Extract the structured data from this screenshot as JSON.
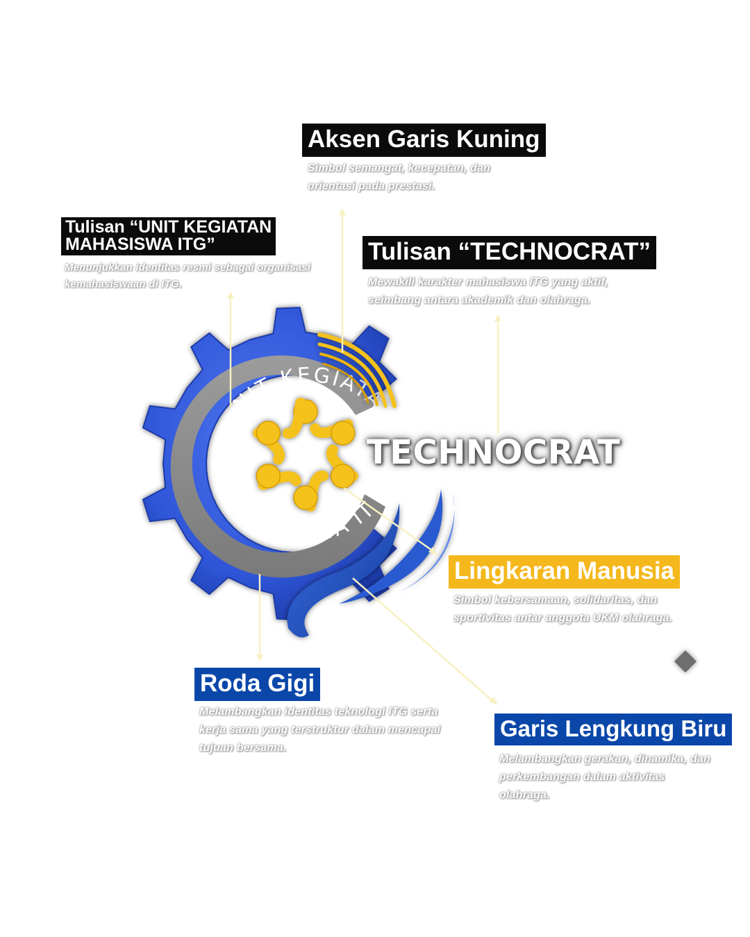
{
  "logo": {
    "arc_top_text": "UNIT KEGIATAN",
    "arc_bottom_text": "MAHASISWA ITG",
    "wordmark": "TECHNOCRAT",
    "colors": {
      "gear_blue": "#2f56d8",
      "gear_blue_dark": "#1c3aa8",
      "gold": "#f5c21b",
      "gold_dark": "#d79c06",
      "silver_ring": "#8a8a8a",
      "swoosh_blue": "#1f4fbf"
    }
  },
  "callouts": [
    {
      "id": "yellow-line-accent",
      "title": "Aksen Garis Kuning",
      "lines": [
        "Simbol semangat, kecepatan, dan",
        "orientasi pada prestasi."
      ],
      "label_color": "#0b0b0b"
    },
    {
      "id": "ukm-text",
      "title_lines": [
        "Tulisan “UNIT KEGIATAN",
        "MAHASISWA ITG”"
      ],
      "lines": [
        "Menunjukkan identitas resmi sebagai organisasi",
        "kemahasiswaan di ITG."
      ],
      "label_color": "#0b0b0b"
    },
    {
      "id": "technocrat-text",
      "title": "Tulisan “TECHNOCRAT”",
      "lines": [
        "Mewakili karakter mahasiswa ITG yang aktif,",
        "seimbang antara akademik dan olahraga."
      ],
      "label_color": "#0b0b0b"
    },
    {
      "id": "human-circle",
      "title": "Lingkaran Manusia",
      "lines": [
        "Simbol kebersamaan, solidaritas, dan",
        "sportivitas antar anggota UKM olahraga."
      ],
      "label_color": "#f4b81c"
    },
    {
      "id": "gear",
      "title": "Roda Gigi",
      "lines": [
        "Melambangkan identitas teknologi ITG serta",
        "kerja sama yang terstruktur dalam mencapai",
        "tujuan bersama."
      ],
      "label_color": "#0a47a9"
    },
    {
      "id": "blue-curve",
      "title": "Garis Lengkung Biru",
      "lines": [
        "Melambangkan gerakan, dinamika, dan",
        "perkembangan dalam aktivitas",
        "olahraga."
      ],
      "label_color": "#0a47a9"
    }
  ],
  "connector_color": "#f7f0c2"
}
